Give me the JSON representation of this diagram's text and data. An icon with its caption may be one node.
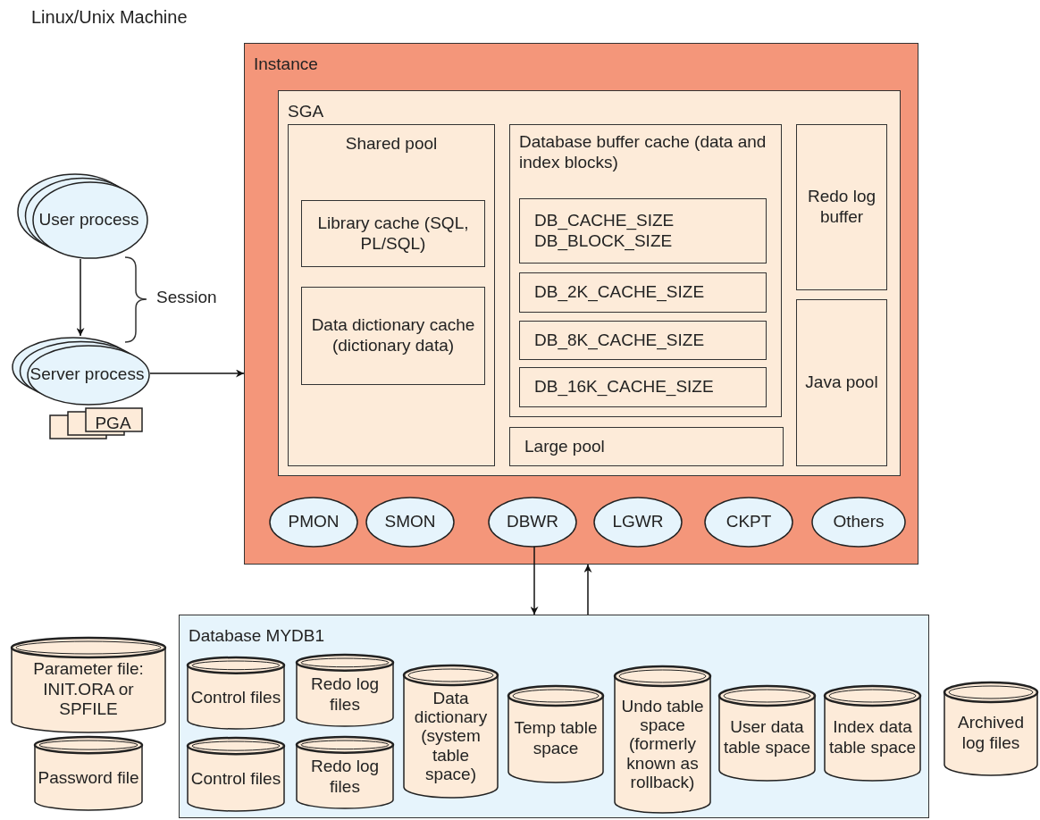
{
  "diagram": {
    "title": "Linux/Unix Machine",
    "nodes": [
      {
        "text": [
          "Instance"
        ]
      },
      {
        "text": [
          "SGA"
        ],
        "in": 0
      },
      {
        "text": [
          "Shared pool"
        ],
        "in": 1
      },
      {
        "text": [
          "Library cache (SQL, PL/SQL)"
        ],
        "in": 2
      },
      {
        "text": [
          "Data dictionary cache (dictionary data)"
        ],
        "in": 2
      },
      {
        "text": [
          "Database buffer cache (data and index blocks)"
        ],
        "in": 1
      },
      {
        "text": [
          "DB_CACHE_SIZE",
          "DB_BLOCK_SIZE"
        ],
        "in": 5
      },
      {
        "text": [
          "DB_2K_CACHE_SIZE"
        ],
        "in": 5
      },
      {
        "text": [
          "DB_8K_CACHE_SIZE"
        ],
        "in": 5
      },
      {
        "text": [
          "DB_16K_CACHE_SIZE"
        ],
        "in": 5
      },
      {
        "text": [
          "Large pool"
        ],
        "in": 1
      },
      {
        "text": [
          "Redo log buffer"
        ],
        "in": 1
      },
      {
        "text": [
          "Java pool"
        ],
        "in": 1
      },
      {
        "text": [
          "PMON"
        ],
        "in": 0
      },
      {
        "text": [
          "SMON"
        ],
        "in": 0
      },
      {
        "text": [
          "DBWR"
        ],
        "in": 0
      },
      {
        "text": [
          "LGWR"
        ],
        "in": 0
      },
      {
        "text": [
          "CKPT"
        ],
        "in": 0
      },
      {
        "text": [
          "Others"
        ],
        "in": 0
      },
      {
        "text": [
          "User process"
        ]
      },
      {
        "text": [
          "Server process"
        ]
      },
      {
        "text": [
          "PGA"
        ]
      },
      {
        "text": [
          "Parameter file: INIT.ORA or SPFILE"
        ]
      },
      {
        "text": [
          "Password file"
        ]
      },
      {
        "text": [
          "Database MYDB1"
        ]
      },
      {
        "text": [
          "Control files"
        ],
        "in": 24
      },
      {
        "text": [
          "Redo log files"
        ],
        "in": 24
      },
      {
        "text": [
          "Control files"
        ],
        "in": 24
      },
      {
        "text": [
          "Redo log files"
        ],
        "in": 24
      },
      {
        "text": [
          "Data dictionary (system table space)"
        ],
        "in": 24
      },
      {
        "text": [
          "Temp table space"
        ],
        "in": 24
      },
      {
        "text": [
          "Undo table space (formerly known as rollback)"
        ],
        "in": 24
      },
      {
        "text": [
          "User data table space"
        ],
        "in": 24
      },
      {
        "text": [
          "Index data table space"
        ],
        "in": 24
      },
      {
        "text": [
          "Archived log files"
        ]
      }
    ],
    "edges": [
      {
        "from": 19,
        "to": 20,
        "arrow": "to"
      },
      {
        "from": 20,
        "to": 0,
        "arrow": "to"
      },
      {
        "from": 15,
        "to": 24,
        "arrow": "to"
      },
      {
        "from": 24,
        "to": 0,
        "arrow": "to"
      }
    ],
    "labels": [
      "Session"
    ]
  }
}
